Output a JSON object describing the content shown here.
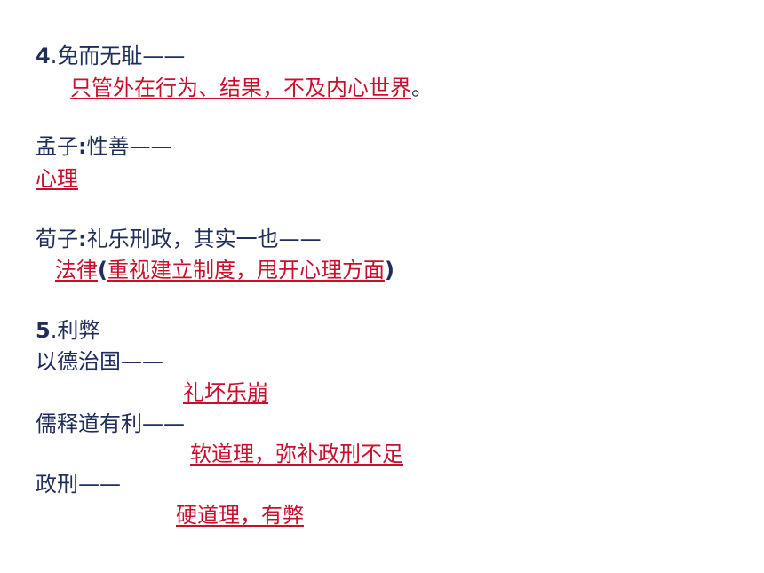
{
  "colors": {
    "heading": "#1f2d5a",
    "answer": "#c8102e"
  },
  "item4": {
    "number": "4",
    "title": ".免而无耻——",
    "answer": "只管外在行为、结果，不及内心世界",
    "answer_tail": "。"
  },
  "mencius": {
    "name": "孟子",
    "colon": ":",
    "text": "性善——",
    "answer": "心理"
  },
  "xunzi": {
    "name": "荀子",
    "colon": ":",
    "text": "礼乐刑政，其实一也——",
    "answer_word": "法律",
    "paren_open": "(",
    "answer_detail": "重视建立制度，甩开心理方面",
    "paren_close": ")"
  },
  "item5": {
    "number": "5",
    "title": ".利弊",
    "rows": [
      {
        "label": "以德治国——",
        "answer": "礼坏乐崩"
      },
      {
        "label": "儒释道有利——",
        "answer": "软道理，弥补政刑不足"
      },
      {
        "label": "政刑——",
        "answer": "硬道理，有弊"
      }
    ]
  }
}
